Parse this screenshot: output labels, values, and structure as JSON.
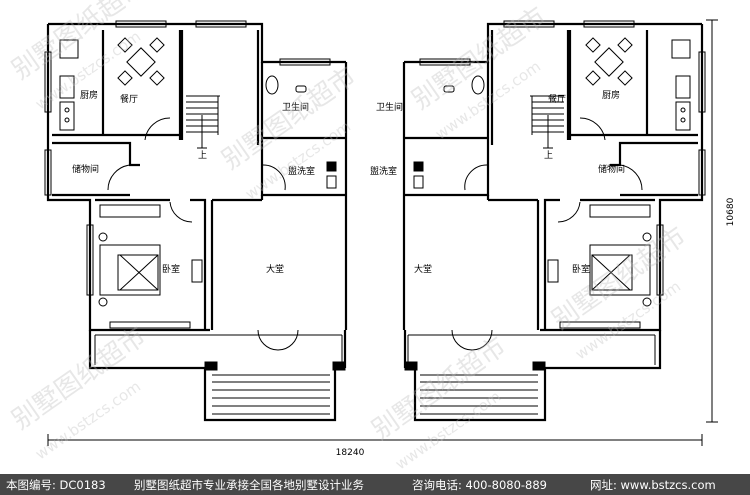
{
  "plan": {
    "rooms": {
      "kitchen": "厨房",
      "dining": "餐厅",
      "bathroom": "卫生间",
      "washroom": "盥洗室",
      "storage": "储物间",
      "bedroom": "卧室",
      "hall": "大堂",
      "stair_up": "上"
    },
    "dimensions": {
      "width": "18240",
      "depth": "10680"
    },
    "watermark": {
      "name": "别墅图纸超市",
      "url": "www.bstzcs.com"
    }
  },
  "footer": {
    "drawing_no": "本图编号: DC0183",
    "slogan": "别墅图纸超市专业承接全国各地别墅设计业务",
    "phone": "咨询电话: 400-8080-889",
    "website": "网址: www.bstzcs.com"
  }
}
